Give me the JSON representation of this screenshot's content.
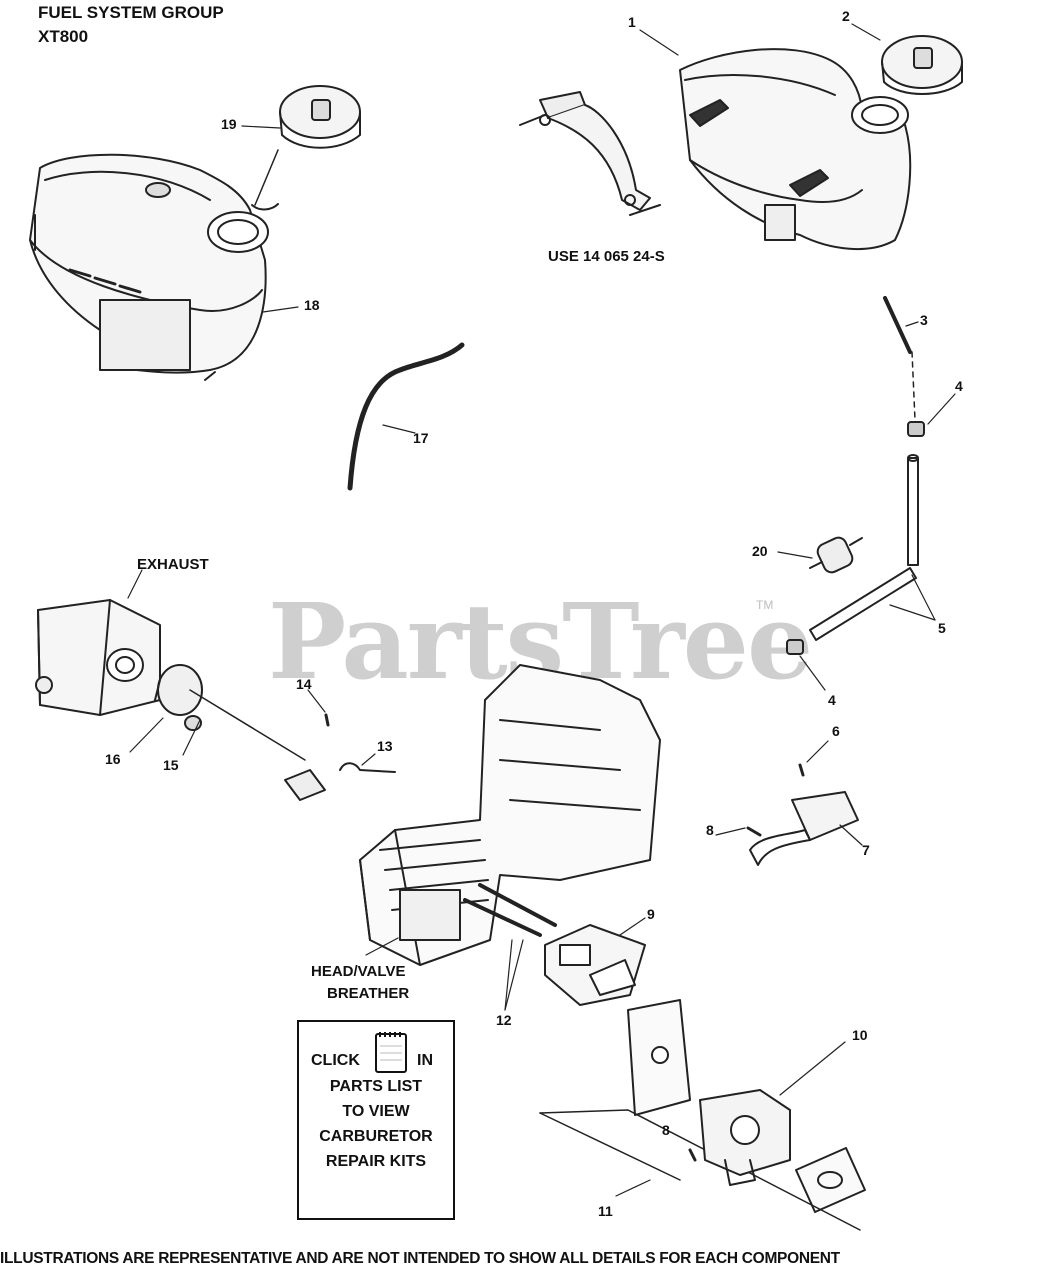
{
  "header": {
    "line1": "FUEL SYSTEM GROUP",
    "line2": "XT800"
  },
  "labels": {
    "use_part": "USE 14 065 24-S",
    "exhaust": "EXHAUST",
    "head_valve": "HEAD/VALVE",
    "breather": "BREATHER"
  },
  "watermark": {
    "brand": "PartsTree",
    "tm": "TM"
  },
  "click_box": {
    "click": "CLICK",
    "in": "IN",
    "line2": "PARTS LIST",
    "line3": "TO VIEW",
    "line4": "CARBURETOR",
    "line5": "REPAIR KITS"
  },
  "callouts": [
    "1",
    "2",
    "3",
    "4",
    "4",
    "5",
    "6",
    "7",
    "8",
    "8",
    "9",
    "10",
    "11",
    "12",
    "13",
    "14",
    "15",
    "16",
    "17",
    "18",
    "19",
    "20"
  ],
  "footer": "ILLUSTRATIONS ARE REPRESENTATIVE AND ARE NOT INTENDED TO SHOW ALL DETAILS FOR EACH COMPONENT"
}
